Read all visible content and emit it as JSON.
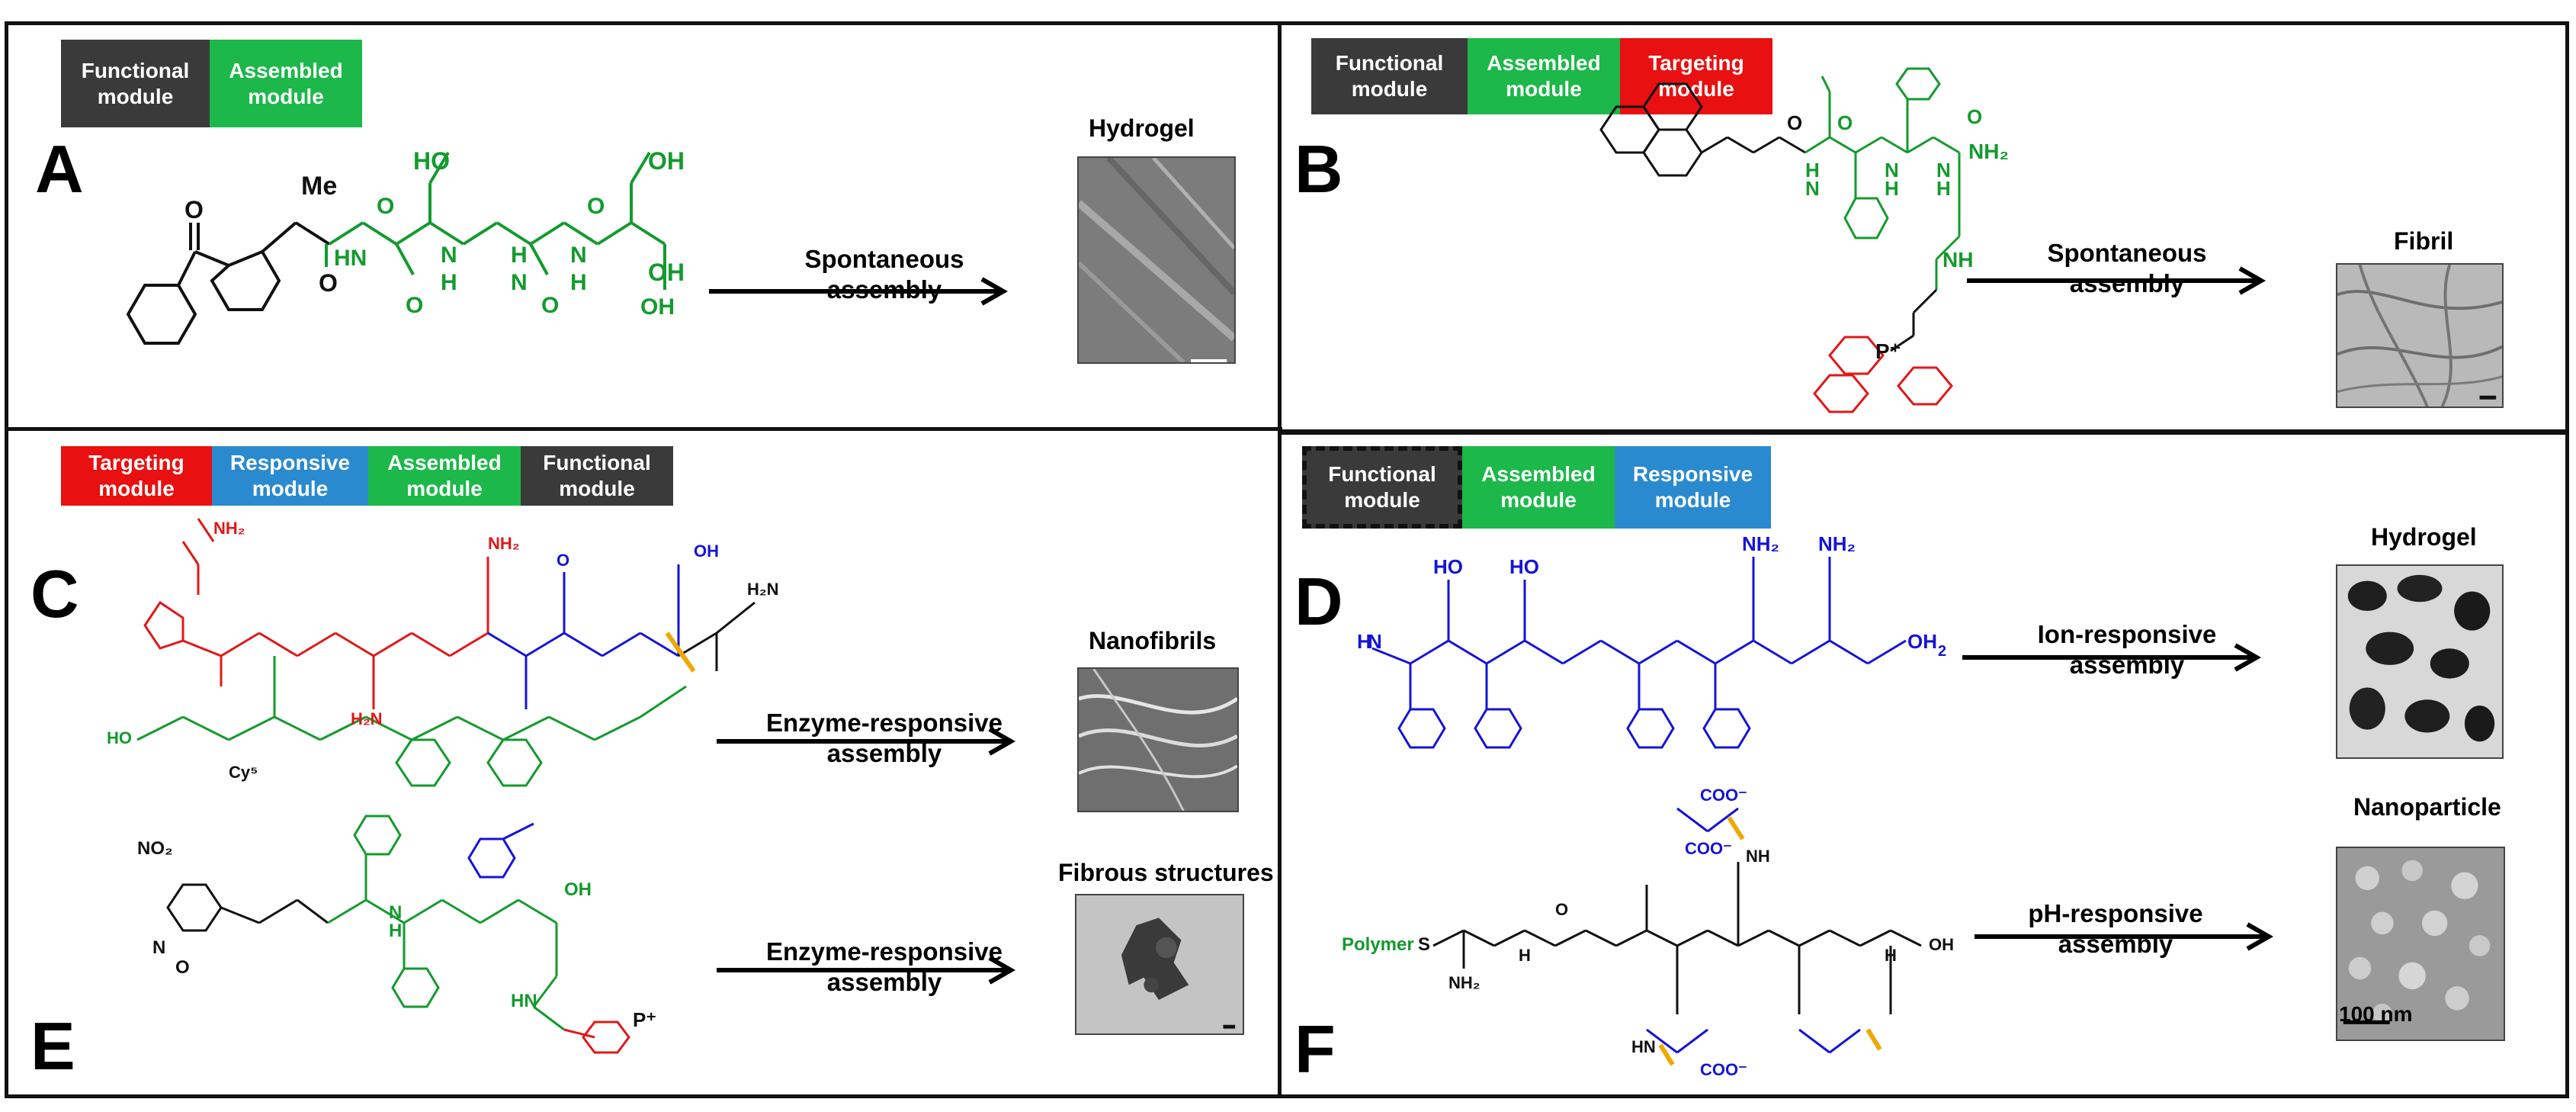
{
  "colors": {
    "functional": "#3a3a3a",
    "assembled": "#1cb84a",
    "targeting": "#e81010",
    "responsive": "#2a8ad0",
    "mol_green": "#149a2e",
    "mol_blue": "#1414d8",
    "mol_red": "#e01818",
    "mol_black": "#111111",
    "cleave": "#f0a800"
  },
  "panels": {
    "A": {
      "letter": "A",
      "tags": [
        {
          "text": "Functional\nmodule",
          "kind": "functional"
        },
        {
          "text": "Assembled\nmodule",
          "kind": "assembled"
        }
      ],
      "image_label": "Hydrogel",
      "arrow_label": "Spontaneous\nassembly",
      "atoms": [
        "Me",
        "HO",
        "OH",
        "O",
        "O",
        "OH",
        "HN",
        "N",
        "H",
        "N",
        "H",
        "N",
        "H",
        "O",
        "O",
        "O",
        "OH",
        "O"
      ]
    },
    "B": {
      "letter": "B",
      "tags": [
        {
          "text": "Functional\nmodule",
          "kind": "functional"
        },
        {
          "text": "Assembled\nmodule",
          "kind": "assembled"
        },
        {
          "text": "Targeting\nmodule",
          "kind": "targeting"
        }
      ],
      "image_label": "Fibril",
      "arrow_label": "Spontaneous\nassembly",
      "atoms": [
        "H",
        "N",
        "O",
        "N",
        "H",
        "O",
        "N",
        "H",
        "NH₂",
        "O",
        "NH",
        "P⁺"
      ]
    },
    "C": {
      "letter": "C",
      "tags": [
        {
          "text": "Targeting\nmodule",
          "kind": "targeting"
        },
        {
          "text": "Responsive\nmodule",
          "kind": "responsive"
        },
        {
          "text": "Assembled\nmodule",
          "kind": "assembled"
        },
        {
          "text": "Functional\nmodule",
          "kind": "functional"
        }
      ],
      "image_label": "Nanofibrils",
      "arrow_label": "Enzyme-responsive\nassembly",
      "atoms": [
        "NH₂",
        "NH₂",
        "H₂N",
        "HO",
        "Cy⁵",
        "OH",
        "H₂N",
        "O"
      ]
    },
    "D": {
      "letter": "D",
      "tags": [
        {
          "text": "Functional\nmodule",
          "kind": "functional",
          "dashed": true
        },
        {
          "text": "Assembled\nmodule",
          "kind": "assembled"
        },
        {
          "text": "Responsive\nmodule",
          "kind": "responsive"
        }
      ],
      "image_label": "Hydrogel",
      "arrow_label": "Ion-responsive\nassembly",
      "atoms": [
        "HO",
        "HO",
        "NH₂",
        "NH₂",
        "H",
        "N",
        "OH",
        "2"
      ]
    },
    "E": {
      "letter": "E",
      "image_label": "Fibrous structures",
      "arrow_label": "Enzyme-responsive\nassembly",
      "atoms": [
        "NO₂",
        "N",
        "O",
        "N",
        "H",
        "OH",
        "HN",
        "P⁺"
      ]
    },
    "F": {
      "letter": "F",
      "image_label": "Nanoparticle",
      "arrow_label": "pH-responsive\nassembly",
      "scale_label": "100 nm",
      "atoms": [
        "Polymer",
        "S",
        "NH₂",
        "H",
        "COO⁻",
        "COO⁻",
        "NH",
        "HN",
        "COO⁻",
        "O",
        "OH",
        "H"
      ]
    }
  }
}
